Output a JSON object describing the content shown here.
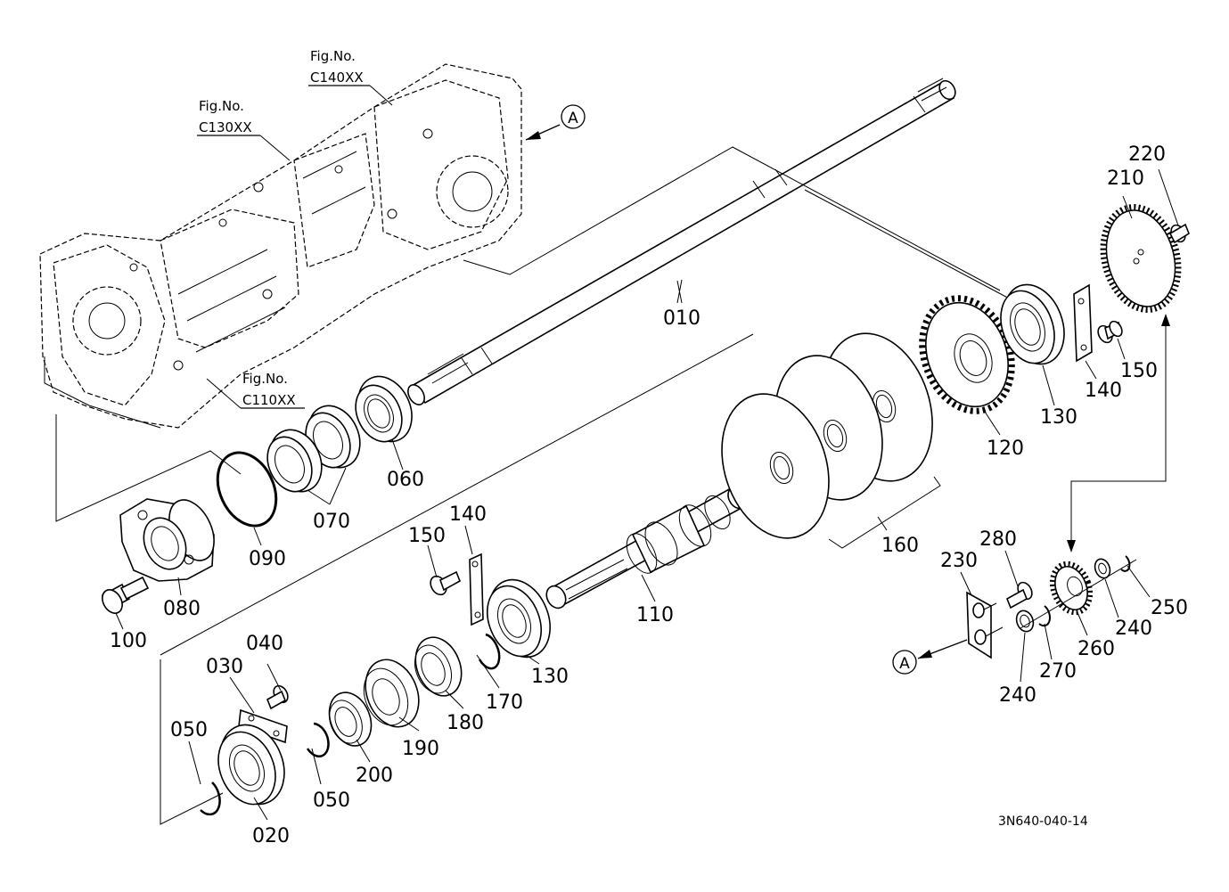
{
  "figure_refs": [
    {
      "caption": "Fig.No.",
      "code": "C140XX"
    },
    {
      "caption": "Fig.No.",
      "code": "C130XX"
    },
    {
      "caption": "Fig.No.",
      "code": "C110XX"
    }
  ],
  "callout_letter": "A",
  "drawing_number": "3N640-040-14",
  "part_labels": {
    "p010": "010",
    "p020": "020",
    "p030": "030",
    "p040": "040",
    "p050a": "050",
    "p050b": "050",
    "p060": "060",
    "p070": "070",
    "p080": "080",
    "p090": "090",
    "p100": "100",
    "p110": "110",
    "p120": "120",
    "p130a": "130",
    "p130b": "130",
    "p140a": "140",
    "p140b": "140",
    "p150a": "150",
    "p150b": "150",
    "p160": "160",
    "p170": "170",
    "p180": "180",
    "p190": "190",
    "p200": "200",
    "p210": "210",
    "p220": "220",
    "p230": "230",
    "p240a": "240",
    "p240b": "240",
    "p250": "250",
    "p260": "260",
    "p270": "270",
    "p280": "280"
  }
}
